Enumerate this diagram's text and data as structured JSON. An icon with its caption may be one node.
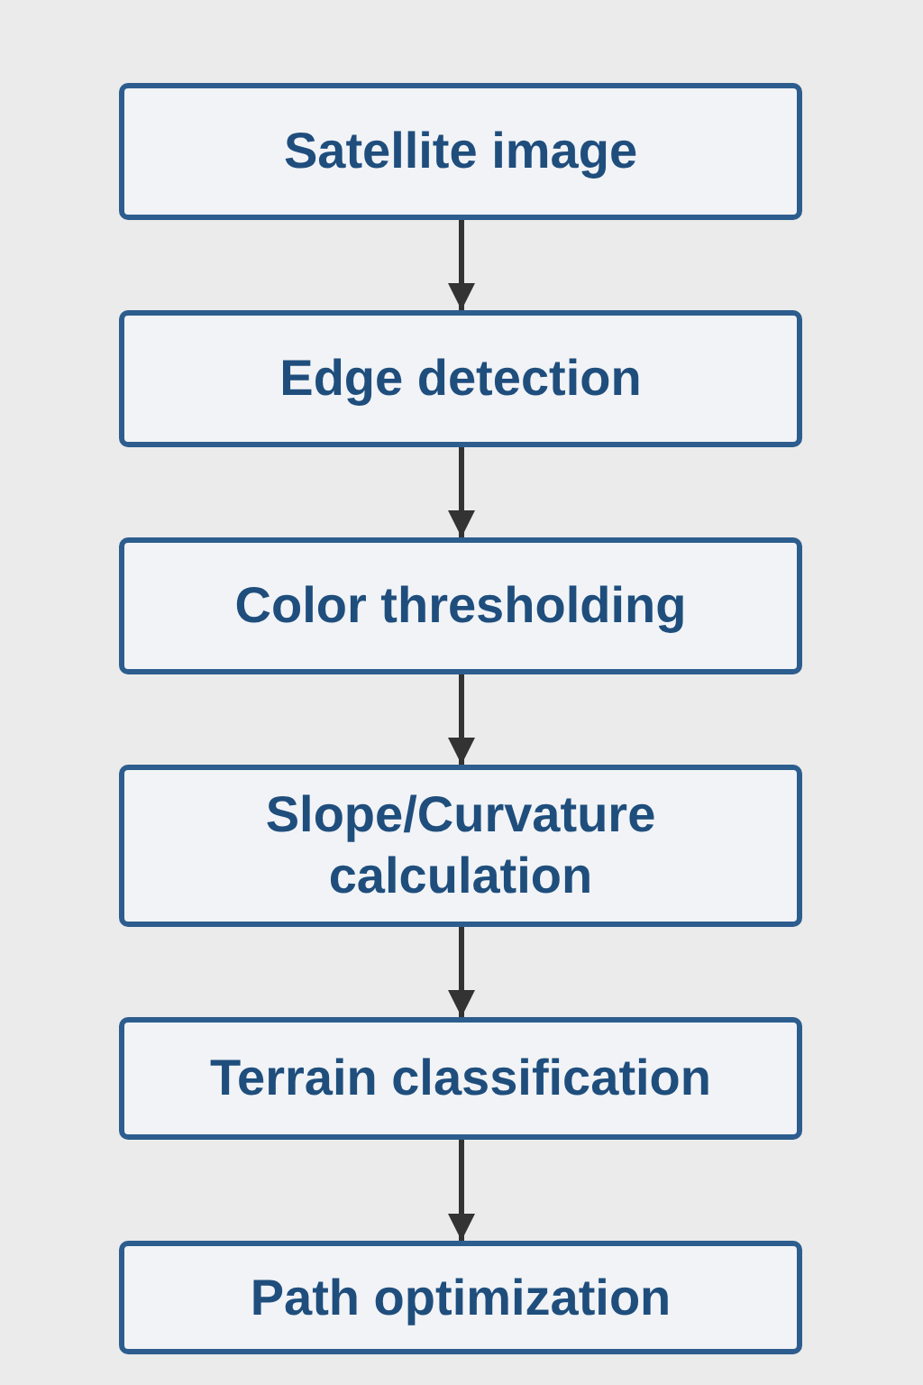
{
  "diagram": {
    "nodes": [
      {
        "text": [
          "Satellite image"
        ]
      },
      {
        "text": [
          "Edge detection"
        ]
      },
      {
        "text": [
          "Color thresholding"
        ]
      },
      {
        "text": [
          "Slope/Curvature calculation"
        ]
      },
      {
        "text": [
          "Terrain classification"
        ]
      },
      {
        "text": [
          "Path optimization"
        ]
      }
    ],
    "edges": [
      {
        "from": 0,
        "to": 1,
        "arrow": "to"
      },
      {
        "from": 1,
        "to": 2,
        "arrow": "to"
      },
      {
        "from": 2,
        "to": 3,
        "arrow": "to"
      },
      {
        "from": 3,
        "to": 4,
        "arrow": "to"
      },
      {
        "from": 4,
        "to": 5,
        "arrow": "to"
      }
    ]
  }
}
